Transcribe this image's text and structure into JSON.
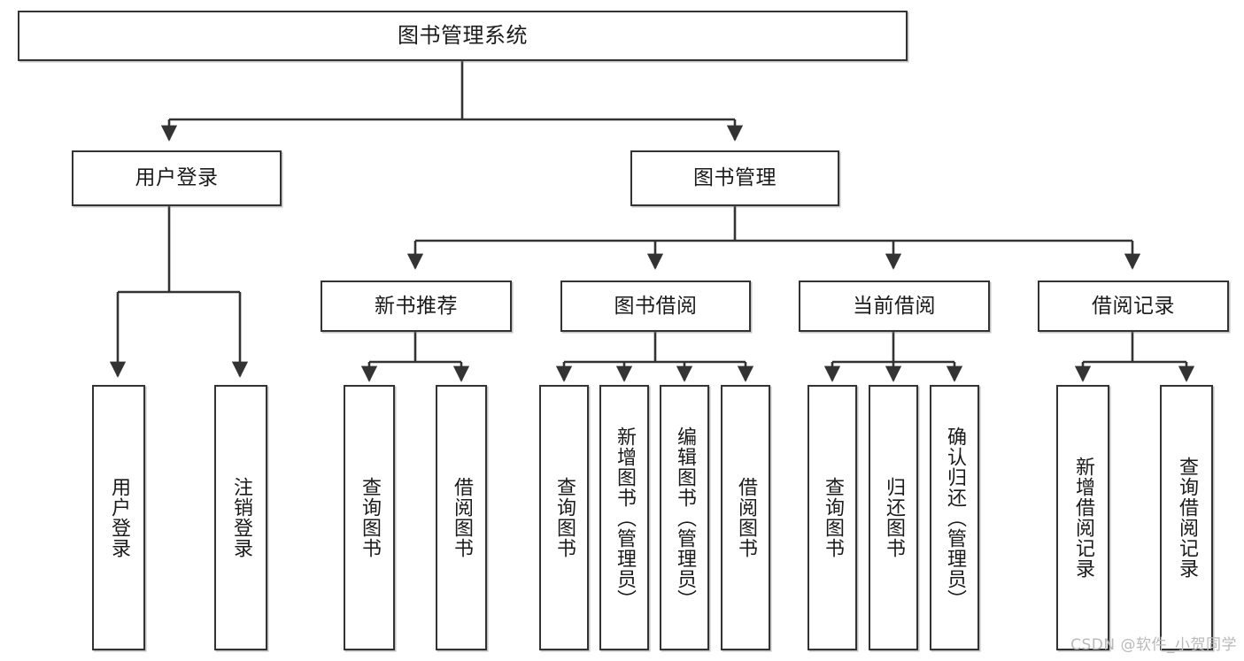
{
  "diagram": {
    "type": "tree-hierarchy",
    "title": "图书管理系统",
    "watermark": "CSDN @软件_小贺同学",
    "colors": {
      "stroke": "#333333",
      "fill": "#ffffff",
      "text": "#1b1b1b",
      "watermark": "#b9b9b9"
    },
    "levels": {
      "root": {
        "label": "图书管理系统"
      },
      "level2": [
        {
          "label": "用户登录"
        },
        {
          "label": "图书管理"
        }
      ],
      "level3": [
        {
          "label": "新书推荐"
        },
        {
          "label": "图书借阅"
        },
        {
          "label": "当前借阅"
        },
        {
          "label": "借阅记录"
        }
      ],
      "leaves": {
        "user_login": [
          {
            "label": "用户登录"
          },
          {
            "label": "注销登录"
          }
        ],
        "new_book_recommend": [
          {
            "label": "查询图书"
          },
          {
            "label": "借阅图书"
          }
        ],
        "book_borrow": [
          {
            "label": "查询图书"
          },
          {
            "label": "新增图书（管理员）"
          },
          {
            "label": "编辑图书（管理员）"
          },
          {
            "label": "借阅图书"
          }
        ],
        "current_borrow": [
          {
            "label": "查询图书"
          },
          {
            "label": "归还图书"
          },
          {
            "label": "确认归还（管理员）"
          }
        ],
        "borrow_record": [
          {
            "label": "新增借阅记录"
          },
          {
            "label": "查询借阅记录"
          }
        ]
      }
    }
  }
}
